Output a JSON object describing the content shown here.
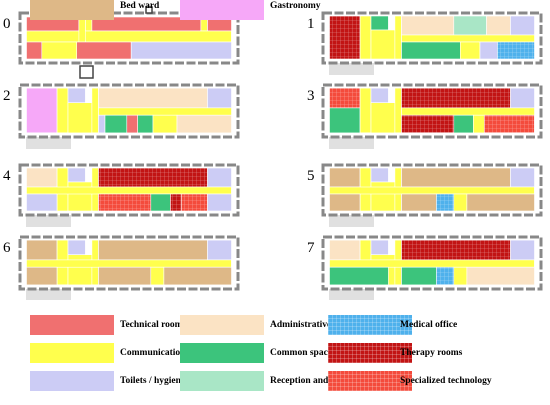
{
  "plans": [
    {
      "number": "0",
      "rooms": [
        {
          "cat": "technical",
          "r": [
            0.03,
            0.08,
            0.27,
            0.36
          ]
        },
        {
          "cat": "communication",
          "r": [
            0.3,
            0.08,
            0.33,
            0.36
          ]
        },
        {
          "cat": "technical",
          "r": [
            0.33,
            0.08,
            0.83,
            0.36
          ]
        },
        {
          "cat": "communication",
          "r": [
            0.83,
            0.08,
            0.86,
            0.36
          ]
        },
        {
          "cat": "technical",
          "r": [
            0.86,
            0.08,
            0.97,
            0.36
          ]
        },
        {
          "cat": "communication",
          "r": [
            0.03,
            0.36,
            0.97,
            0.58
          ]
        },
        {
          "cat": "communication",
          "r": [
            0.27,
            0.08,
            0.3,
            0.58
          ]
        },
        {
          "cat": "technical",
          "r": [
            0.03,
            0.58,
            0.1,
            0.92
          ]
        },
        {
          "cat": "technical",
          "r": [
            0.26,
            0.58,
            0.51,
            0.92
          ]
        },
        {
          "cat": "toilets",
          "r": [
            0.51,
            0.58,
            0.97,
            0.92
          ]
        },
        {
          "cat": "communication",
          "r": [
            0.1,
            0.58,
            0.26,
            0.92
          ]
        }
      ]
    },
    {
      "number": "1",
      "rooms": [
        {
          "cat": "therapy",
          "r": [
            0.03,
            0.06,
            0.17,
            0.92
          ]
        },
        {
          "cat": "communication",
          "r": [
            0.17,
            0.06,
            0.22,
            0.92
          ]
        },
        {
          "cat": "common",
          "r": [
            0.22,
            0.06,
            0.3,
            0.34
          ]
        },
        {
          "cat": "communication",
          "r": [
            0.22,
            0.34,
            0.33,
            0.92
          ]
        },
        {
          "cat": "communication",
          "r": [
            0.33,
            0.06,
            0.36,
            0.92
          ]
        },
        {
          "cat": "admin",
          "r": [
            0.36,
            0.06,
            0.6,
            0.44
          ]
        },
        {
          "cat": "reception",
          "r": [
            0.6,
            0.06,
            0.75,
            0.44
          ]
        },
        {
          "cat": "admin",
          "r": [
            0.75,
            0.06,
            0.86,
            0.44
          ]
        },
        {
          "cat": "toilets",
          "r": [
            0.86,
            0.06,
            0.97,
            0.44
          ]
        },
        {
          "cat": "communication",
          "r": [
            0.36,
            0.44,
            0.97,
            0.58
          ]
        },
        {
          "cat": "common",
          "r": [
            0.36,
            0.58,
            0.63,
            0.92
          ]
        },
        {
          "cat": "communication",
          "r": [
            0.63,
            0.58,
            0.72,
            0.92
          ]
        },
        {
          "cat": "toilets",
          "r": [
            0.72,
            0.58,
            0.8,
            0.92
          ]
        },
        {
          "cat": "medical",
          "r": [
            0.8,
            0.58,
            0.97,
            0.92
          ]
        }
      ]
    },
    {
      "number": "2",
      "rooms": [
        {
          "cat": "gastronomy",
          "r": [
            0.03,
            0.06,
            0.17,
            0.92
          ]
        },
        {
          "cat": "communication",
          "r": [
            0.17,
            0.06,
            0.22,
            0.92
          ]
        },
        {
          "cat": "toilets",
          "r": [
            0.22,
            0.06,
            0.3,
            0.34
          ]
        },
        {
          "cat": "communication",
          "r": [
            0.22,
            0.34,
            0.33,
            0.92
          ]
        },
        {
          "cat": "communication",
          "r": [
            0.33,
            0.06,
            0.36,
            0.92
          ]
        },
        {
          "cat": "admin",
          "r": [
            0.36,
            0.06,
            0.86,
            0.44
          ]
        },
        {
          "cat": "toilets",
          "r": [
            0.86,
            0.06,
            0.97,
            0.44
          ]
        },
        {
          "cat": "communication",
          "r": [
            0.36,
            0.44,
            0.97,
            0.58
          ]
        },
        {
          "cat": "toilets",
          "r": [
            0.36,
            0.58,
            0.39,
            0.92
          ]
        },
        {
          "cat": "common",
          "r": [
            0.39,
            0.58,
            0.49,
            0.92
          ]
        },
        {
          "cat": "technical",
          "r": [
            0.49,
            0.58,
            0.54,
            0.92
          ]
        },
        {
          "cat": "common",
          "r": [
            0.54,
            0.58,
            0.61,
            0.92
          ]
        },
        {
          "cat": "communication",
          "r": [
            0.61,
            0.58,
            0.72,
            0.92
          ]
        },
        {
          "cat": "admin",
          "r": [
            0.72,
            0.58,
            0.97,
            0.92
          ]
        }
      ]
    },
    {
      "number": "3",
      "rooms": [
        {
          "cat": "specialized",
          "r": [
            0.03,
            0.06,
            0.17,
            0.44
          ]
        },
        {
          "cat": "common",
          "r": [
            0.03,
            0.44,
            0.17,
            0.92
          ]
        },
        {
          "cat": "communication",
          "r": [
            0.17,
            0.06,
            0.22,
            0.92
          ]
        },
        {
          "cat": "toilets",
          "r": [
            0.22,
            0.06,
            0.3,
            0.34
          ]
        },
        {
          "cat": "communication",
          "r": [
            0.22,
            0.34,
            0.33,
            0.92
          ]
        },
        {
          "cat": "communication",
          "r": [
            0.33,
            0.06,
            0.36,
            0.92
          ]
        },
        {
          "cat": "therapy",
          "r": [
            0.36,
            0.06,
            0.86,
            0.44
          ]
        },
        {
          "cat": "toilets",
          "r": [
            0.86,
            0.06,
            0.97,
            0.44
          ]
        },
        {
          "cat": "communication",
          "r": [
            0.36,
            0.44,
            0.97,
            0.58
          ]
        },
        {
          "cat": "therapy",
          "r": [
            0.36,
            0.58,
            0.6,
            0.92
          ]
        },
        {
          "cat": "common",
          "r": [
            0.6,
            0.58,
            0.69,
            0.92
          ]
        },
        {
          "cat": "communication",
          "r": [
            0.69,
            0.58,
            0.74,
            0.92
          ]
        },
        {
          "cat": "specialized",
          "r": [
            0.74,
            0.58,
            0.97,
            0.92
          ]
        }
      ]
    },
    {
      "number": "4",
      "rooms": [
        {
          "cat": "admin",
          "r": [
            0.03,
            0.06,
            0.17,
            0.44
          ]
        },
        {
          "cat": "communication",
          "r": [
            0.17,
            0.06,
            0.22,
            0.92
          ]
        },
        {
          "cat": "toilets",
          "r": [
            0.22,
            0.06,
            0.3,
            0.34
          ]
        },
        {
          "cat": "communication",
          "r": [
            0.22,
            0.34,
            0.33,
            0.92
          ]
        },
        {
          "cat": "communication",
          "r": [
            0.33,
            0.06,
            0.36,
            0.92
          ]
        },
        {
          "cat": "therapy",
          "r": [
            0.36,
            0.06,
            0.86,
            0.44
          ]
        },
        {
          "cat": "toilets",
          "r": [
            0.86,
            0.06,
            0.97,
            0.44
          ]
        },
        {
          "cat": "communication",
          "r": [
            0.03,
            0.44,
            0.97,
            0.58
          ]
        },
        {
          "cat": "toilets",
          "r": [
            0.03,
            0.58,
            0.17,
            0.92
          ]
        },
        {
          "cat": "specialized",
          "r": [
            0.36,
            0.58,
            0.6,
            0.92
          ]
        },
        {
          "cat": "common",
          "r": [
            0.6,
            0.58,
            0.69,
            0.92
          ]
        },
        {
          "cat": "therapy",
          "r": [
            0.69,
            0.58,
            0.74,
            0.92
          ]
        },
        {
          "cat": "specialized",
          "r": [
            0.74,
            0.58,
            0.86,
            0.92
          ]
        },
        {
          "cat": "toilets",
          "r": [
            0.86,
            0.58,
            0.97,
            0.92
          ]
        }
      ]
    },
    {
      "number": "5",
      "rooms": [
        {
          "cat": "bedward",
          "r": [
            0.03,
            0.06,
            0.17,
            0.44
          ]
        },
        {
          "cat": "communication",
          "r": [
            0.17,
            0.06,
            0.22,
            0.92
          ]
        },
        {
          "cat": "toilets",
          "r": [
            0.22,
            0.06,
            0.3,
            0.34
          ]
        },
        {
          "cat": "communication",
          "r": [
            0.22,
            0.34,
            0.33,
            0.92
          ]
        },
        {
          "cat": "communication",
          "r": [
            0.33,
            0.06,
            0.36,
            0.92
          ]
        },
        {
          "cat": "bedward",
          "r": [
            0.36,
            0.06,
            0.86,
            0.44
          ]
        },
        {
          "cat": "toilets",
          "r": [
            0.86,
            0.06,
            0.97,
            0.44
          ]
        },
        {
          "cat": "communication",
          "r": [
            0.03,
            0.44,
            0.97,
            0.58
          ]
        },
        {
          "cat": "bedward",
          "r": [
            0.03,
            0.58,
            0.17,
            0.92
          ]
        },
        {
          "cat": "bedward",
          "r": [
            0.36,
            0.58,
            0.52,
            0.92
          ]
        },
        {
          "cat": "medical",
          "r": [
            0.52,
            0.58,
            0.6,
            0.92
          ]
        },
        {
          "cat": "communication",
          "r": [
            0.6,
            0.58,
            0.66,
            0.92
          ]
        },
        {
          "cat": "bedward",
          "r": [
            0.66,
            0.58,
            0.97,
            0.92
          ]
        }
      ]
    },
    {
      "number": "6",
      "rooms": [
        {
          "cat": "bedward",
          "r": [
            0.03,
            0.06,
            0.17,
            0.44
          ]
        },
        {
          "cat": "communication",
          "r": [
            0.17,
            0.06,
            0.22,
            0.92
          ]
        },
        {
          "cat": "toilets",
          "r": [
            0.22,
            0.06,
            0.3,
            0.34
          ]
        },
        {
          "cat": "communication",
          "r": [
            0.22,
            0.34,
            0.33,
            0.92
          ]
        },
        {
          "cat": "communication",
          "r": [
            0.33,
            0.06,
            0.36,
            0.92
          ]
        },
        {
          "cat": "bedward",
          "r": [
            0.36,
            0.06,
            0.86,
            0.44
          ]
        },
        {
          "cat": "toilets",
          "r": [
            0.86,
            0.06,
            0.97,
            0.44
          ]
        },
        {
          "cat": "communication",
          "r": [
            0.03,
            0.44,
            0.97,
            0.58
          ]
        },
        {
          "cat": "bedward",
          "r": [
            0.03,
            0.58,
            0.17,
            0.92
          ]
        },
        {
          "cat": "bedward",
          "r": [
            0.36,
            0.58,
            0.6,
            0.92
          ]
        },
        {
          "cat": "communication",
          "r": [
            0.6,
            0.58,
            0.66,
            0.92
          ]
        },
        {
          "cat": "bedward",
          "r": [
            0.66,
            0.58,
            0.97,
            0.92
          ]
        }
      ]
    },
    {
      "number": "7",
      "rooms": [
        {
          "cat": "admin",
          "r": [
            0.03,
            0.06,
            0.17,
            0.44
          ]
        },
        {
          "cat": "communication",
          "r": [
            0.17,
            0.06,
            0.22,
            0.92
          ]
        },
        {
          "cat": "toilets",
          "r": [
            0.22,
            0.06,
            0.3,
            0.34
          ]
        },
        {
          "cat": "communication",
          "r": [
            0.22,
            0.34,
            0.33,
            0.92
          ]
        },
        {
          "cat": "communication",
          "r": [
            0.33,
            0.06,
            0.36,
            0.92
          ]
        },
        {
          "cat": "therapy",
          "r": [
            0.36,
            0.06,
            0.86,
            0.44
          ]
        },
        {
          "cat": "toilets",
          "r": [
            0.86,
            0.06,
            0.97,
            0.44
          ]
        },
        {
          "cat": "communication",
          "r": [
            0.03,
            0.44,
            0.97,
            0.58
          ]
        },
        {
          "cat": "common",
          "r": [
            0.03,
            0.58,
            0.3,
            0.92
          ]
        },
        {
          "cat": "common",
          "r": [
            0.36,
            0.58,
            0.52,
            0.92
          ]
        },
        {
          "cat": "medical",
          "r": [
            0.52,
            0.58,
            0.6,
            0.92
          ]
        },
        {
          "cat": "communication",
          "r": [
            0.6,
            0.58,
            0.66,
            0.92
          ]
        },
        {
          "cat": "admin",
          "r": [
            0.66,
            0.58,
            0.97,
            0.92
          ]
        }
      ]
    }
  ],
  "legend": [
    {
      "key": "technical",
      "label": "Technical room",
      "color": "#f07070",
      "pattern": "solid"
    },
    {
      "key": "admin",
      "label": "Administrative office",
      "color": "#fbe3c4",
      "pattern": "solid"
    },
    {
      "key": "medical",
      "label": "Medical office",
      "color": "#4fb1ec",
      "pattern": "grid"
    },
    {
      "key": "communication",
      "label": "Communication",
      "color": "#ffff4d",
      "pattern": "solid"
    },
    {
      "key": "common",
      "label": "Common spaces",
      "color": "#3cc47c",
      "pattern": "solid"
    },
    {
      "key": "therapy",
      "label": "Therapy rooms",
      "color": "#c21414",
      "pattern": "grid"
    },
    {
      "key": "toilets",
      "label": "Toilets / hygiene",
      "color": "#ccccf5",
      "pattern": "solid"
    },
    {
      "key": "reception",
      "label": "Reception and waiting room",
      "color": "#a9e6c6",
      "pattern": "solid"
    },
    {
      "key": "specialized",
      "label": "Specialized technology",
      "color": "#f44b3c",
      "pattern": "grid"
    },
    {
      "key": "bedward",
      "label": "Bed ward",
      "color": "#deb887",
      "pattern": "solid"
    },
    {
      "key": "gastronomy",
      "label": "Gastronomy",
      "color": "#f6a8f8",
      "pattern": "solid"
    }
  ]
}
